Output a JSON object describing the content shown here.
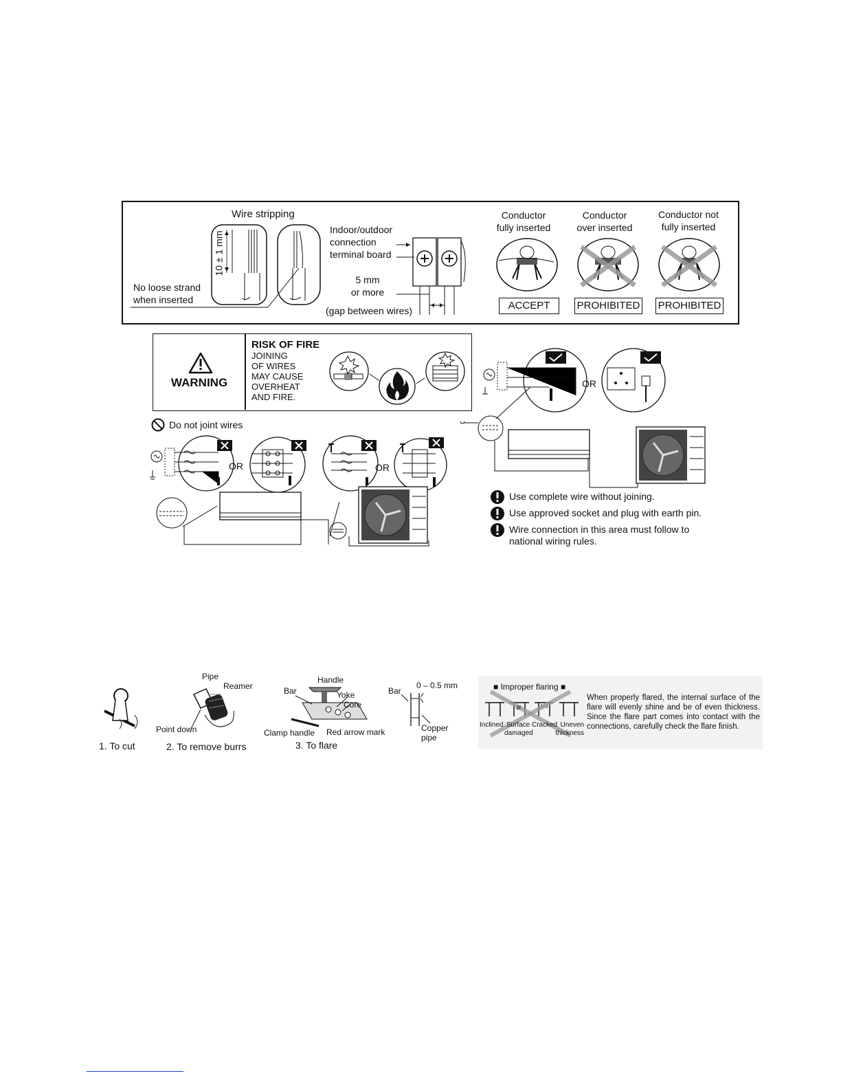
{
  "wiring": {
    "wire_stripping_title": "Wire stripping",
    "strip_length": "10 ± 1 mm",
    "no_loose_strand": [
      "No loose strand",
      "when inserted"
    ],
    "terminal_board": [
      "Indoor/outdoor",
      "connection",
      "terminal board"
    ],
    "gap_value": [
      "5 mm",
      "or more"
    ],
    "gap_caption": "(gap between wires)",
    "conductors": [
      {
        "title": [
          "Conductor",
          "fully inserted"
        ],
        "status": "ACCEPT"
      },
      {
        "title": [
          "Conductor",
          "over inserted"
        ],
        "status": "PROHIBITED"
      },
      {
        "title": [
          "Conductor not",
          "fully inserted"
        ],
        "status": "PROHIBITED"
      }
    ]
  },
  "warning": {
    "label": "WARNING",
    "title": "RISK OF FIRE",
    "lines": [
      "JOINING",
      "OF WIRES",
      "MAY CAUSE",
      "OVERHEAT",
      "AND FIRE."
    ]
  },
  "joint": {
    "do_not_joint": "Do not joint wires",
    "or_label": "OR",
    "notes": [
      "Use complete wire without joining.",
      "Use approved socket and plug with earth pin.",
      "Wire connection in this area must follow to national wiring rules."
    ]
  },
  "piping": {
    "steps": [
      "1.  To cut",
      "2.  To remove burrs",
      "3.  To flare"
    ],
    "labels": {
      "pipe": "Pipe",
      "reamer": "Reamer",
      "point_down": "Point down",
      "handle": "Handle",
      "bar": "Bar",
      "yoke": "Yoke",
      "core": "Core",
      "clamp_handle": "Clamp handle",
      "red_arrow_mark": "Red arrow mark",
      "bar2": "Bar",
      "gap": "0 – 0.5 mm",
      "copper_pipe": [
        "Copper",
        "pipe"
      ]
    },
    "improper_flaring": "■ Improper flaring ■",
    "flare_defects": [
      "Inclined",
      "Surface damaged",
      "Cracked",
      "Uneven thickness"
    ],
    "flare_note": "When properly flared, the internal surface of the flare will evenly shine and be of even thickness. Since the flare part comes into contact with the connections, carefully check the flare finish."
  }
}
